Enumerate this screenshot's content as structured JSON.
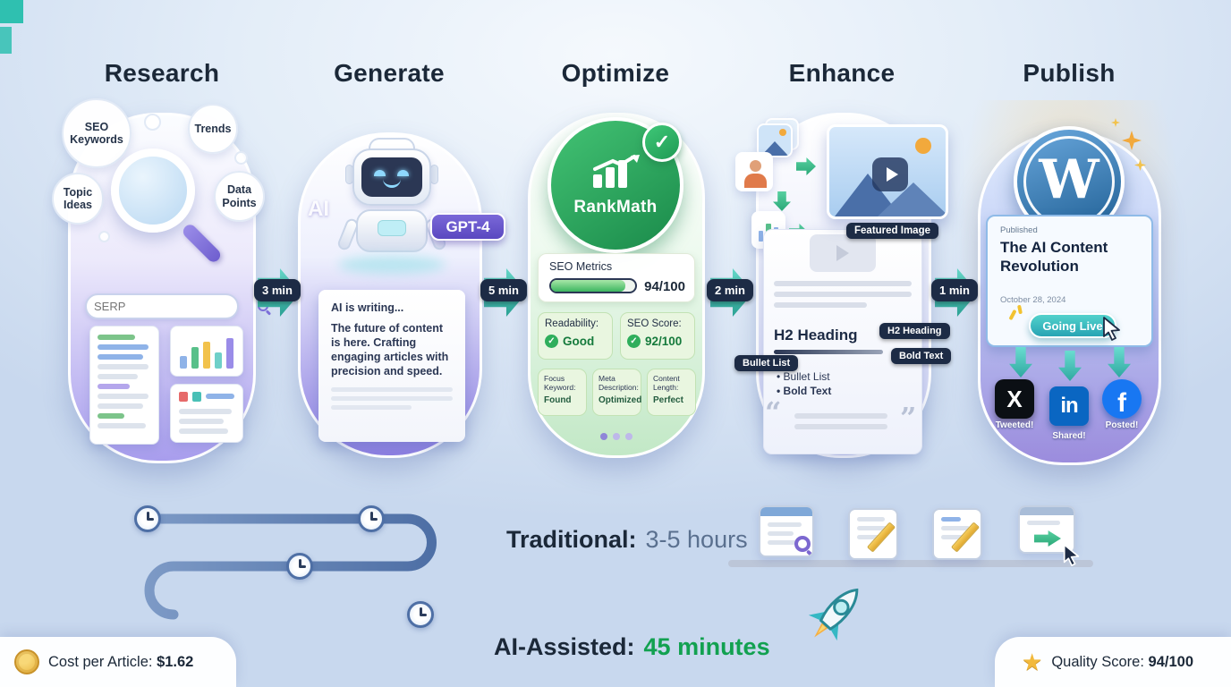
{
  "stages": {
    "research": {
      "title": "Research",
      "bubbles": [
        "SEO Keywords",
        "Trends",
        "Topic Ideas",
        "Data Points"
      ],
      "serp": "SERP"
    },
    "generate": {
      "title": "Generate",
      "ai_label": "AI",
      "model_badge": "GPT-4",
      "status": "AI is writing...",
      "draft_text": "The future of content is here. Crafting engaging articles with precision and speed."
    },
    "optimize": {
      "title": "Optimize",
      "brand": "RankMath",
      "metrics_title": "SEO Metrics",
      "metrics_score": "94/100",
      "readability_label": "Readability:",
      "readability_value": "Good",
      "seo_score_label": "SEO Score:",
      "seo_score_value": "92/100",
      "cards": [
        {
          "label": "Focus Keyword:",
          "value": "Found"
        },
        {
          "label": "Meta Description:",
          "value": "Optimized"
        },
        {
          "label": "Content Length:",
          "value": "Perfect"
        }
      ]
    },
    "enhance": {
      "title": "Enhance",
      "featured_label": "Featured Image",
      "h2_text": "H2 Heading",
      "tag_h2": "H2 Heading",
      "tag_bullet": "Bullet List",
      "tag_bold": "Bold Text",
      "bullet_1": "Bullet List",
      "bullet_2": "Bold Text",
      "quote_open": "“",
      "quote_close": "”"
    },
    "publish": {
      "title": "Publish",
      "wp_letter": "W",
      "published_label": "Published",
      "post_title": "The AI Content Revolution",
      "post_date": "October 28, 2024",
      "going_live": "Going Live",
      "social": [
        {
          "icon_text": "X",
          "status": "Tweeted!"
        },
        {
          "icon_text": "in",
          "status": "Shared!"
        },
        {
          "icon_text": "f",
          "status": "Posted!"
        }
      ]
    }
  },
  "arrows": [
    {
      "label": "3 min"
    },
    {
      "label": "5 min"
    },
    {
      "label": "2 min"
    },
    {
      "label": "1 min"
    }
  ],
  "timeline": {
    "traditional_label": "Traditional:",
    "traditional_value": "3-5 hours",
    "ai_label": "AI-Assisted:",
    "ai_value": "45 minutes"
  },
  "footer": {
    "cost_label": "Cost per Article:",
    "cost_value": "$1.62",
    "quality_label": "Quality Score:",
    "quality_value": "94/100"
  },
  "colors": {
    "accent_teal": "#3fc1c9",
    "accent_green": "#22a55a",
    "accent_purple": "#7c6fd8",
    "navy": "#1d2b45"
  }
}
